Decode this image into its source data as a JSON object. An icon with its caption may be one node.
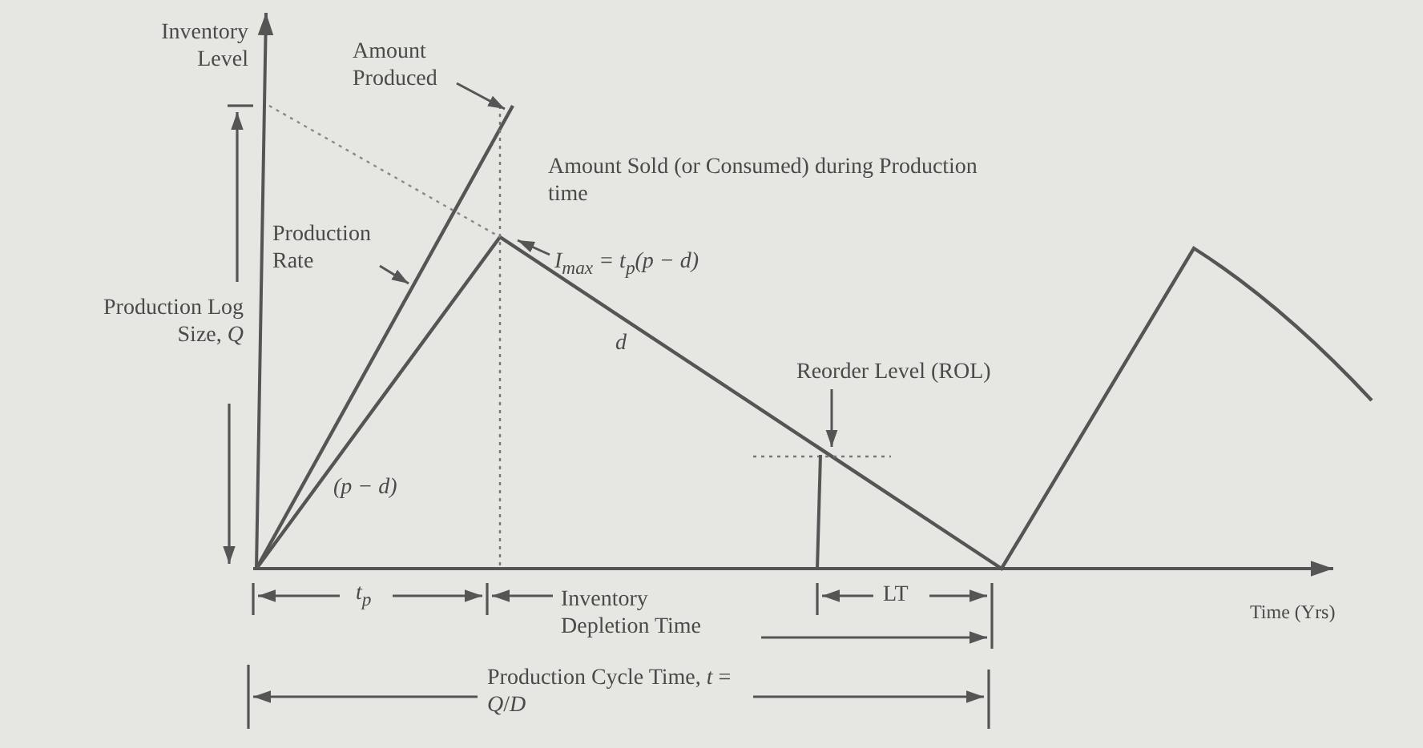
{
  "diagram": {
    "nodes": [
      {
        "text": [
          "Amount Produced"
        ]
      },
      {
        "text": [
          "Production Rate"
        ]
      },
      {
        "text": [
          "I$_{max}$ = t$_{p}$(p − d)"
        ]
      },
      {
        "text": [
          "Reorder Level (ROL)"
        ]
      }
    ],
    "edges": [
      {
        "from": 0,
        "to": null,
        "arrow": "to"
      },
      {
        "from": 1,
        "to": null,
        "arrow": "to"
      },
      {
        "from": 2,
        "to": null,
        "arrow": "to"
      },
      {
        "from": 3,
        "to": null,
        "arrow": "to"
      }
    ],
    "labels": [
      "Inventory Level",
      "Amount Sold (or Consumed) during Production time",
      "Production Log Size, *Q*",
      "d",
      "(p − d)",
      "t$_{p}$",
      "Inventory Depletion Time",
      "LT",
      "Time (Yrs)",
      "Production Cycle Time, *t* = *Q*/*D*"
    ]
  }
}
